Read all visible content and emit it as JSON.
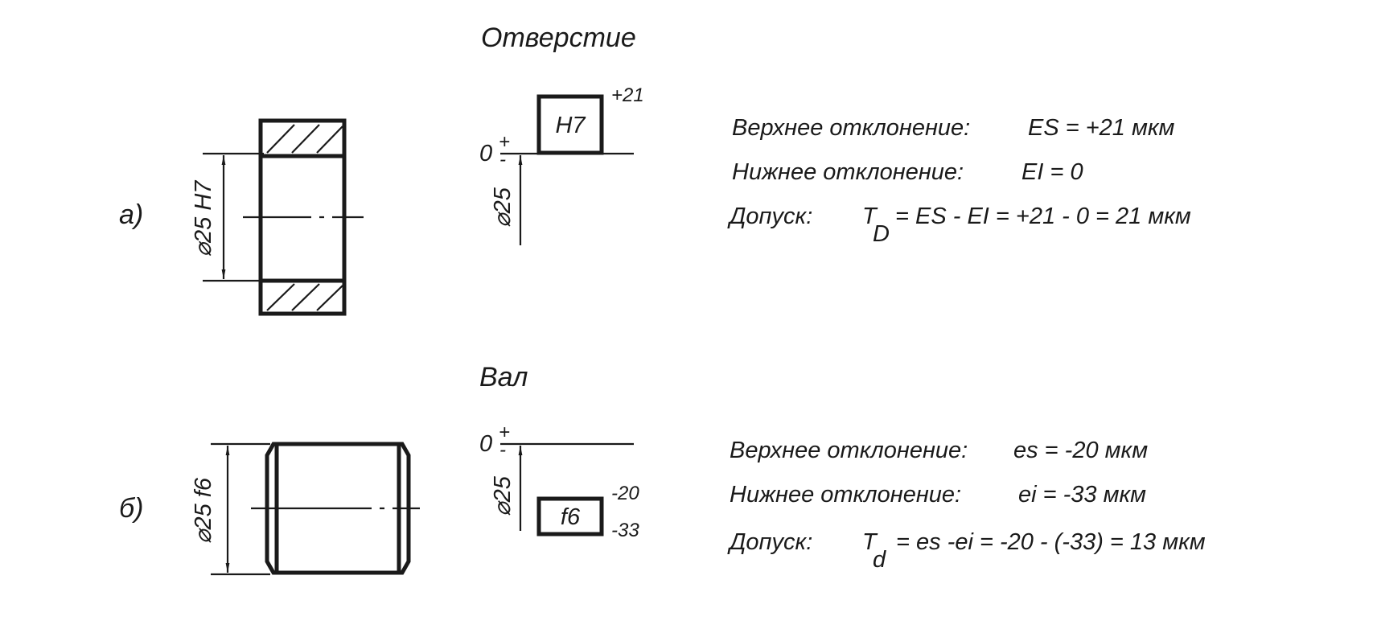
{
  "hole": {
    "section_label": "а)",
    "title": "Отверстие",
    "dim_label": "⌀25 H7",
    "zone_label": "H7",
    "upper_dev_value": "+21",
    "zero_label": "0",
    "plus": "+",
    "minus": "-",
    "nominal_label": "⌀25",
    "upper_text": "Верхнее отклонение:",
    "upper_formula": "ES = +21 мкм",
    "lower_text": "Нижнее отклонение:",
    "lower_formula": "EI = 0",
    "tol_text": "Допуск:",
    "tol_T": "T",
    "tol_sub": "D",
    "tol_formula": "= ES - EI = +21 - 0 = 21 мкм"
  },
  "shaft": {
    "section_label": "б)",
    "title": "Вал",
    "dim_label": "⌀25 f6",
    "zone_label": "f6",
    "upper_dev_value": "-20",
    "lower_dev_value": "-33",
    "zero_label": "0",
    "plus": "+",
    "minus": "-",
    "nominal_label": "⌀25",
    "upper_text": "Верхнее отклонение:",
    "upper_formula": "es = -20 мкм",
    "lower_text": "Нижнее отклонение:",
    "lower_formula": "ei = -33 мкм",
    "tol_text": "Допуск:",
    "tol_T": "T",
    "tol_sub": "d",
    "tol_formula": "= es -ei = -20 - (-33) = 13 мкм"
  }
}
